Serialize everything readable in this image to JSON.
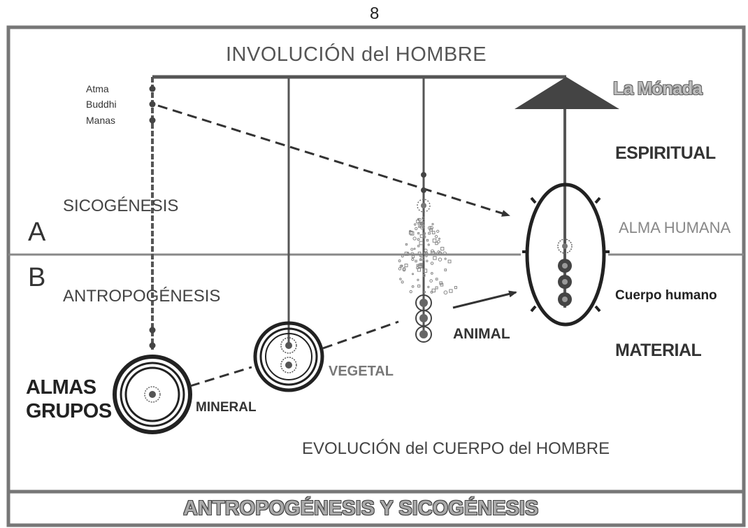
{
  "page_number": "8",
  "top_title": "INVOLUCIÓN del HOMBRE",
  "monad_label": "La Mónada",
  "principles": [
    "Atma",
    "Buddhi",
    "Manas"
  ],
  "sections": {
    "a": {
      "letter": "A",
      "label": "SICOGÉNESIS"
    },
    "b": {
      "letter": "B",
      "label": "ANTROPOGÉNESIS"
    }
  },
  "right_labels": {
    "espiritual": "ESPIRITUAL",
    "alma_humana": "ALMA HUMANA",
    "cuerpo_humano": "Cuerpo humano",
    "material": "MATERIAL"
  },
  "kingdoms": {
    "animal": "ANIMAL",
    "vegetal": "VEGETAL",
    "mineral": "MINERAL"
  },
  "group_souls": {
    "line1": "ALMAS",
    "line2": "GRUPOS"
  },
  "bottom_title": "EVOLUCIÓN del CUERPO del HOMBRE",
  "footer_title": "ANTROPOGÉNESIS Y SICOGÉNESIS",
  "colors": {
    "line": "#555555",
    "frame": "#777777",
    "text": "#333333"
  }
}
